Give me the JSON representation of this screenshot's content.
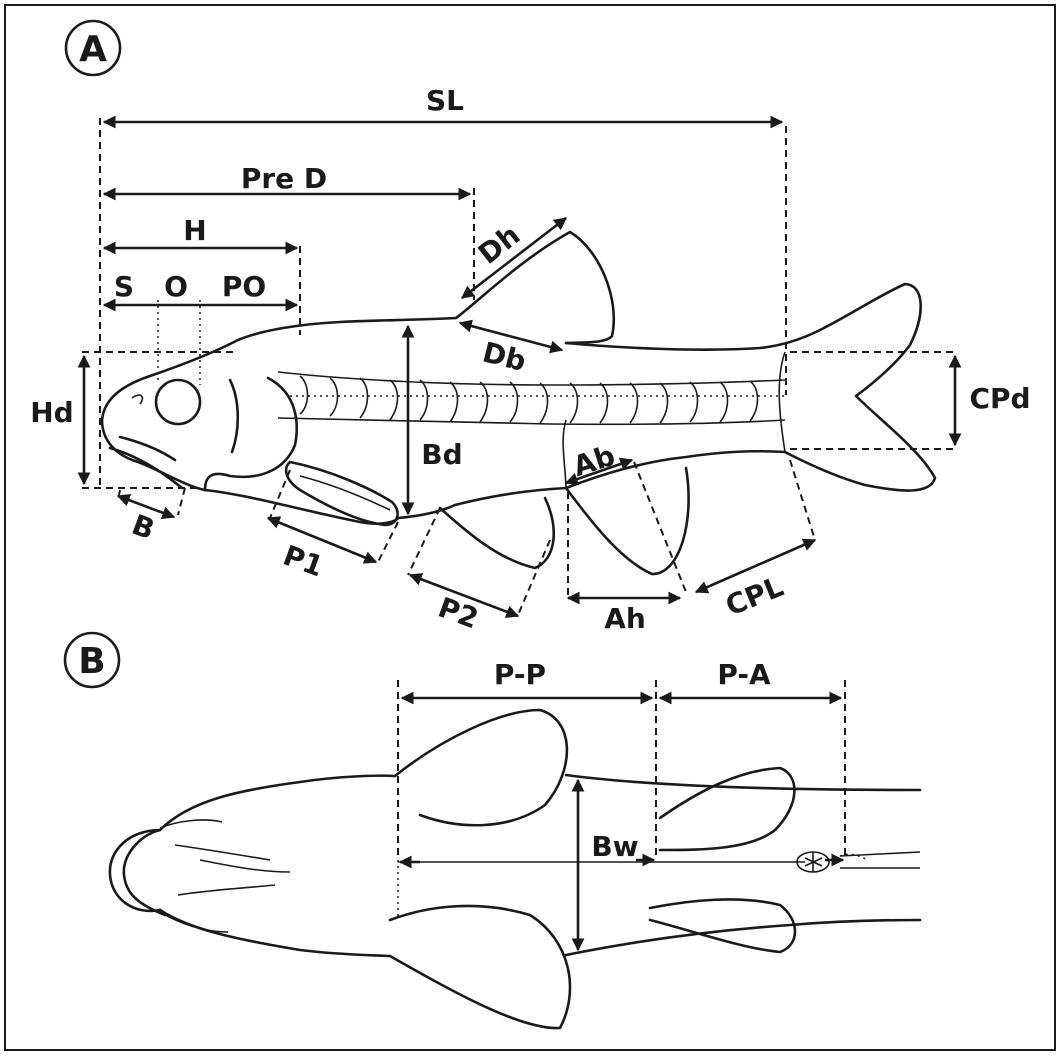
{
  "panels": {
    "a": {
      "label": "A"
    },
    "b": {
      "label": "B"
    }
  },
  "measurements": {
    "sl": "SL",
    "pre_d": "Pre D",
    "h": "H",
    "s": "S",
    "o": "O",
    "po": "PO",
    "dh": "Dh",
    "db": "Db",
    "hd": "Hd",
    "bd": "Bd",
    "cpd": "CPd",
    "b": "B",
    "p1": "P1",
    "p2": "P2",
    "ab": "Ab",
    "ah": "Ah",
    "cpl": "CPL",
    "pp": "P-P",
    "pa": "P-A",
    "bw": "Bw"
  },
  "colors": {
    "ink": "#1a1a1a",
    "paper": "#ffffff"
  }
}
